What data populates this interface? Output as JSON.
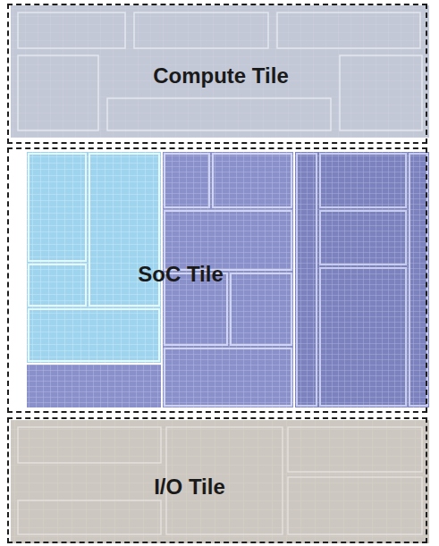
{
  "diagram": {
    "nodes": [
      {
        "text": [
          "Compute Tile"
        ]
      },
      {
        "text": [
          "SoC Tile"
        ]
      },
      {
        "text": [
          "I/O Tile"
        ]
      }
    ]
  }
}
